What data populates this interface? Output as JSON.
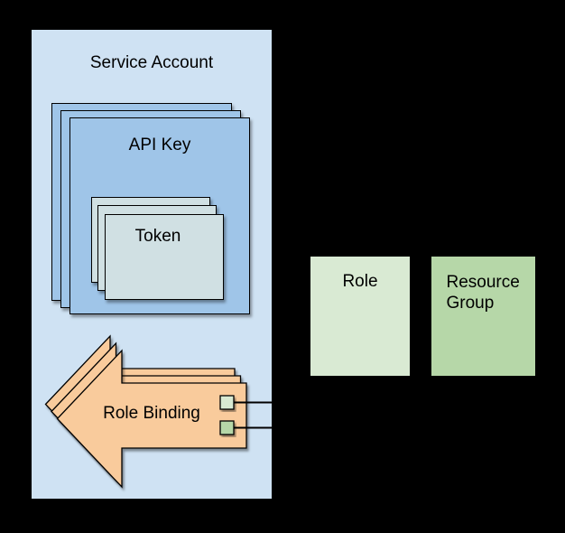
{
  "diagram": {
    "background_color": "#000000",
    "service_account": {
      "label": "Service Account",
      "fill": "#cfe2f3"
    },
    "api_key": {
      "label": "API Key",
      "fill": "#9fc5e8",
      "stack_count": 3
    },
    "token": {
      "label": "Token",
      "fill": "#d0e0e3",
      "stack_count": 3
    },
    "role_binding": {
      "label": "Role Binding",
      "fill": "#f9cb9c",
      "stack_count": 3,
      "connector_swatches": [
        {
          "fill": "#d9ead3"
        },
        {
          "fill": "#b6d7a8"
        }
      ],
      "connector_color": "#000000"
    },
    "role": {
      "label": "Role",
      "fill": "#d9ead3"
    },
    "resource_group": {
      "label": "Resource Group",
      "fill": "#b6d7a8"
    }
  }
}
